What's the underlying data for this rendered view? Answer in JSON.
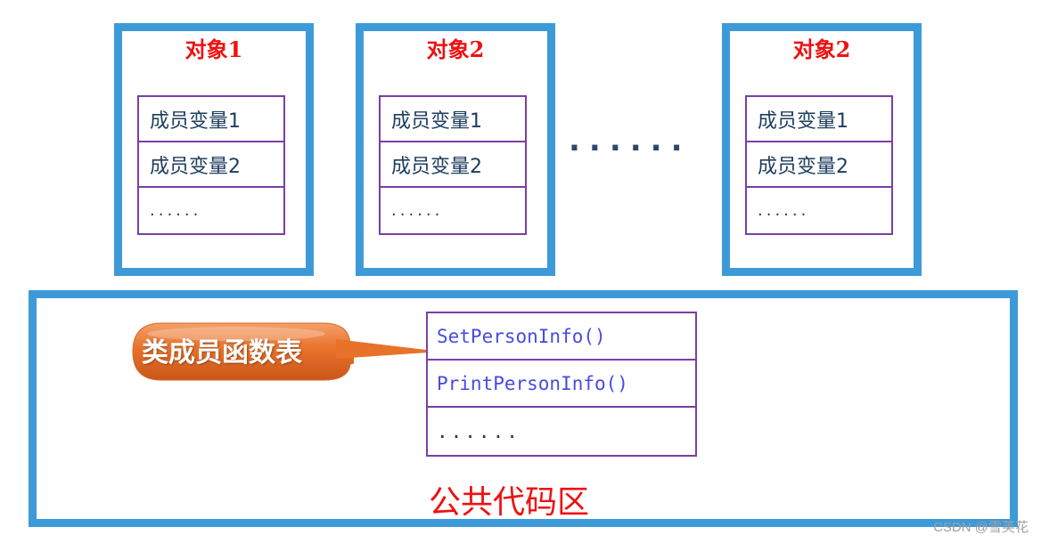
{
  "objects": [
    {
      "title": "对象1",
      "members": [
        "成员变量1",
        "成员变量2",
        "......"
      ]
    },
    {
      "title": "对象2",
      "members": [
        "成员变量1",
        "成员变量2",
        "......"
      ]
    },
    {
      "title": "对象2",
      "members": [
        "成员变量1",
        "成员变量2",
        "......"
      ]
    }
  ],
  "ellipsis": "......",
  "common_area": {
    "callout_label": "类成员函数表",
    "functions": [
      "SetPersonInfo()",
      "PrintPersonInfo()",
      "......"
    ],
    "title": "公共代码区"
  },
  "watermark": "CSDN @雪芙花",
  "colors": {
    "box_border": "#3d9ad9",
    "table_border": "#7a3fa6",
    "title_red": "#ee1111",
    "callout_orange": "#e8722a",
    "function_text": "#4a4ae0"
  }
}
